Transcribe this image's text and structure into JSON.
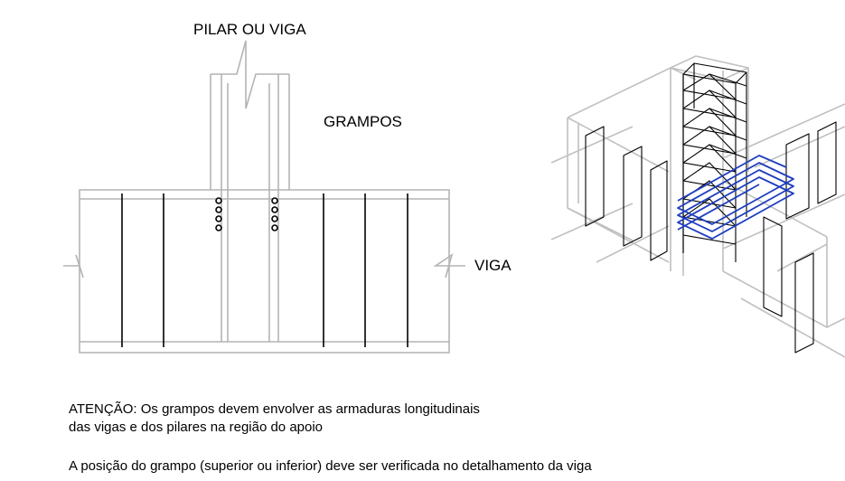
{
  "labels": {
    "column": "PILAR OU VIGA",
    "clamps": "GRAMPOS",
    "beam": "VIGA"
  },
  "notes": {
    "warning_line1": "ATENÇÃO: Os grampos devem envolver as armaduras longitudinais",
    "warning_line2": " das vigas e dos pilares na região do apoio",
    "position": "A posição do grampo (superior ou inferior) deve ser verificada no detalhamento da viga"
  },
  "colors": {
    "outline": "#b4b4b4",
    "stirrup": "#000000",
    "clamp_highlight": "#1f3fbf"
  }
}
